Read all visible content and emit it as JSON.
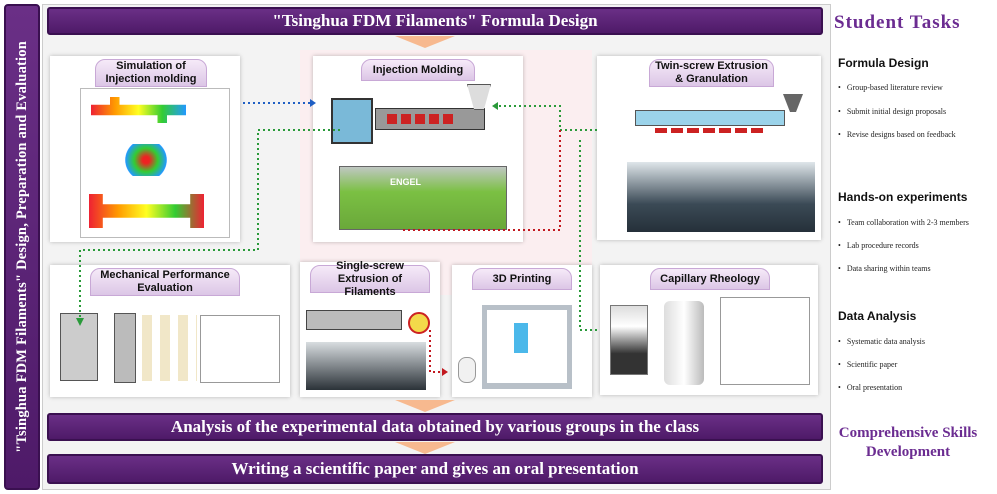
{
  "side_banner": "\"Tsinghua FDM Filaments\" Design, Preparation and Evaluation",
  "top_bar": "\"Tsinghua FDM Filaments\" Formula Design",
  "bottom_bar_1": "Analysis of the experimental data obtained by various groups in the class",
  "bottom_bar_2": "Writing a scientific paper and gives an oral presentation",
  "panels": {
    "simulation": "Simulation of Injection molding",
    "injection": "Injection Molding",
    "twin_screw": "Twin-screw Extrusion & Granulation",
    "mechanical": "Mechanical Performance Evaluation",
    "single_screw": "Single-screw Extrusion of Filaments",
    "printing": "3D Printing",
    "rheology": "Capillary Rheology"
  },
  "machine_brand": "ENGEL",
  "right": {
    "title": "Student Tasks",
    "sections": [
      {
        "heading": "Formula Design",
        "items": [
          "Group-based literature review",
          "Submit initial design proposals",
          "Revise designs based on feedback"
        ]
      },
      {
        "heading": "Hands-on experiments",
        "items": [
          "Team collaboration with 2-3 members",
          "Lab procedure records",
          "Data sharing within teams"
        ]
      },
      {
        "heading": "Data Analysis",
        "items": [
          "Systematic data analysis",
          "Scientific paper",
          "Oral presentation"
        ]
      }
    ],
    "footer": "Comprehensive Skills Development"
  },
  "colors": {
    "purple": "#5a2278",
    "title_purple": "#6b2c91",
    "arrow_orange": "#f7b98f",
    "green_dot": "#2a9a3a",
    "blue_dot": "#1f5fc4",
    "red_dot": "#c2181f"
  }
}
